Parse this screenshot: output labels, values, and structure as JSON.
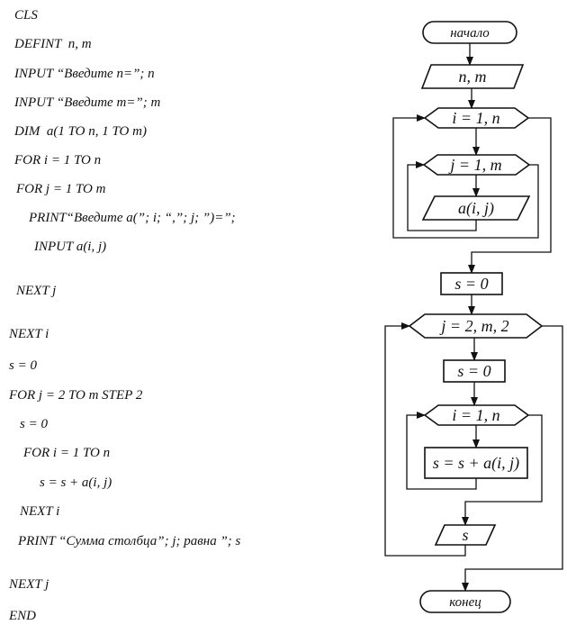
{
  "code": {
    "lines": [
      "CLS",
      "DEFINT  n, m",
      "INPUT “Введите n=”; n",
      "INPUT “Введите m=”; m",
      "DIM  a(1 TO n, 1 TO m)",
      "FOR i = 1 TO n",
      "FOR j = 1 TO m",
      "PRINT“Введите a(”; i; “,”; j; ”)=”;",
      "INPUT a(i, j)",
      "NEXT j",
      "NEXT i",
      "s = 0",
      "FOR j = 2 TO m STEP 2",
      "s = 0",
      "FOR i = 1 TO n",
      "s = s + a(i, j)",
      "NEXT i",
      "PRINT “Сумма столбца”; j; равна ”; s",
      "NEXT j",
      "END"
    ]
  },
  "flowchart": {
    "start": "начало",
    "input": "n, m",
    "loop_i": "i = 1, n",
    "loop_j": "j = 1, m",
    "input_a": "a(i, j)",
    "s_init": "s = 0",
    "loop_j2": "j = 2, m, 2",
    "s_reset": "s = 0",
    "loop_i2": "i = 1, n",
    "s_sum": "s = s + a(i, j)",
    "output_s": "s",
    "end": "конец"
  },
  "colors": {
    "ink": "#111111",
    "background": "#ffffff"
  }
}
